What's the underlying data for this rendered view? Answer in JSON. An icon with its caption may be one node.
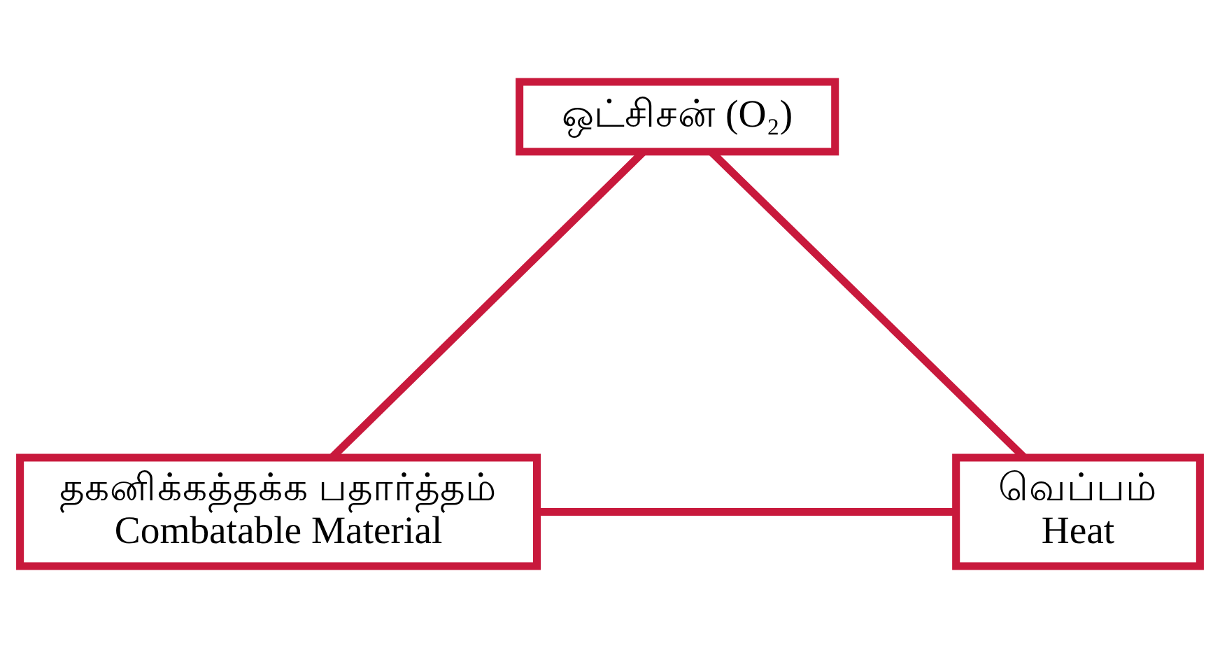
{
  "diagram": {
    "nodes": [
      {
        "text": [
          "ஒட்சிசன் (O₂)"
        ]
      },
      {
        "text": [
          "தகனிக்கத்தக்க பதார்த்தம்",
          "Combatable Material"
        ]
      },
      {
        "text": [
          "வெப்பம்",
          "Heat"
        ]
      }
    ],
    "edges": [
      {
        "from": 0,
        "to": 1,
        "arrow": "none"
      },
      {
        "from": 0,
        "to": 2,
        "arrow": "none"
      },
      {
        "from": 1,
        "to": 2,
        "arrow": "none"
      }
    ]
  }
}
